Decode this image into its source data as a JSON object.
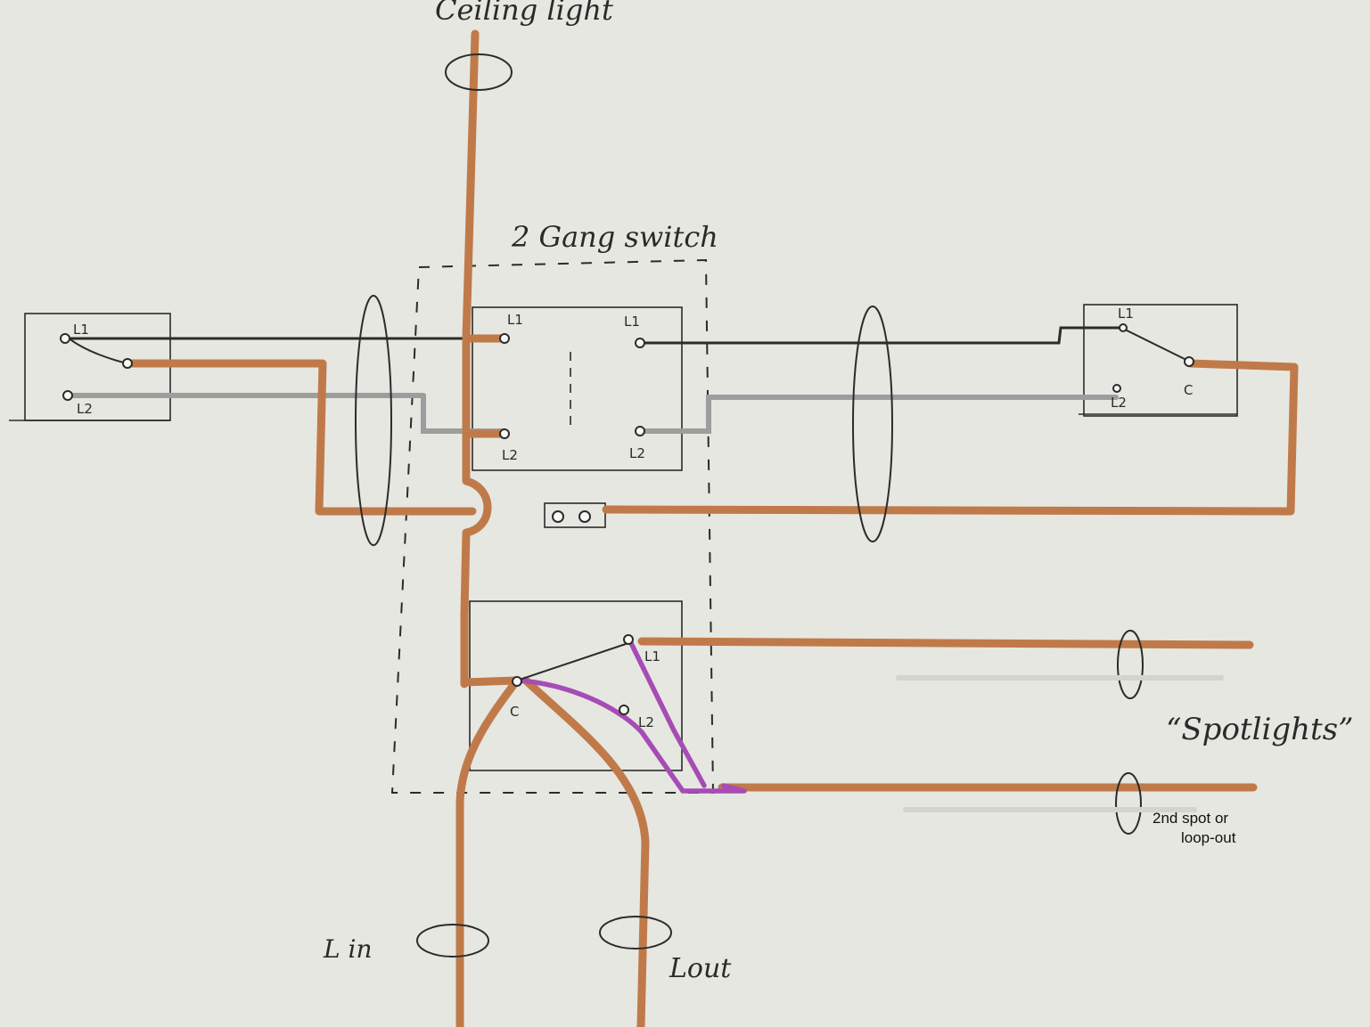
{
  "labels": {
    "ceiling_light": "Ceiling light",
    "gang_switch": "2 Gang switch",
    "spotlights": "“Spotlights”",
    "second_spot_line1": "2nd spot or",
    "second_spot_line2": "loop-out",
    "l_in": "L in",
    "l_out": "Lout"
  },
  "terminals": {
    "l1": "L1",
    "l2": "L2",
    "c": "C"
  },
  "colors": {
    "background": "#e6e7e0",
    "brown_wire": "#c07a4a",
    "grey_wire": "#9d9d9d",
    "black_wire": "#2b2b2b",
    "purple_wire": "#a64cb5",
    "ink": "#2a2a2a"
  }
}
